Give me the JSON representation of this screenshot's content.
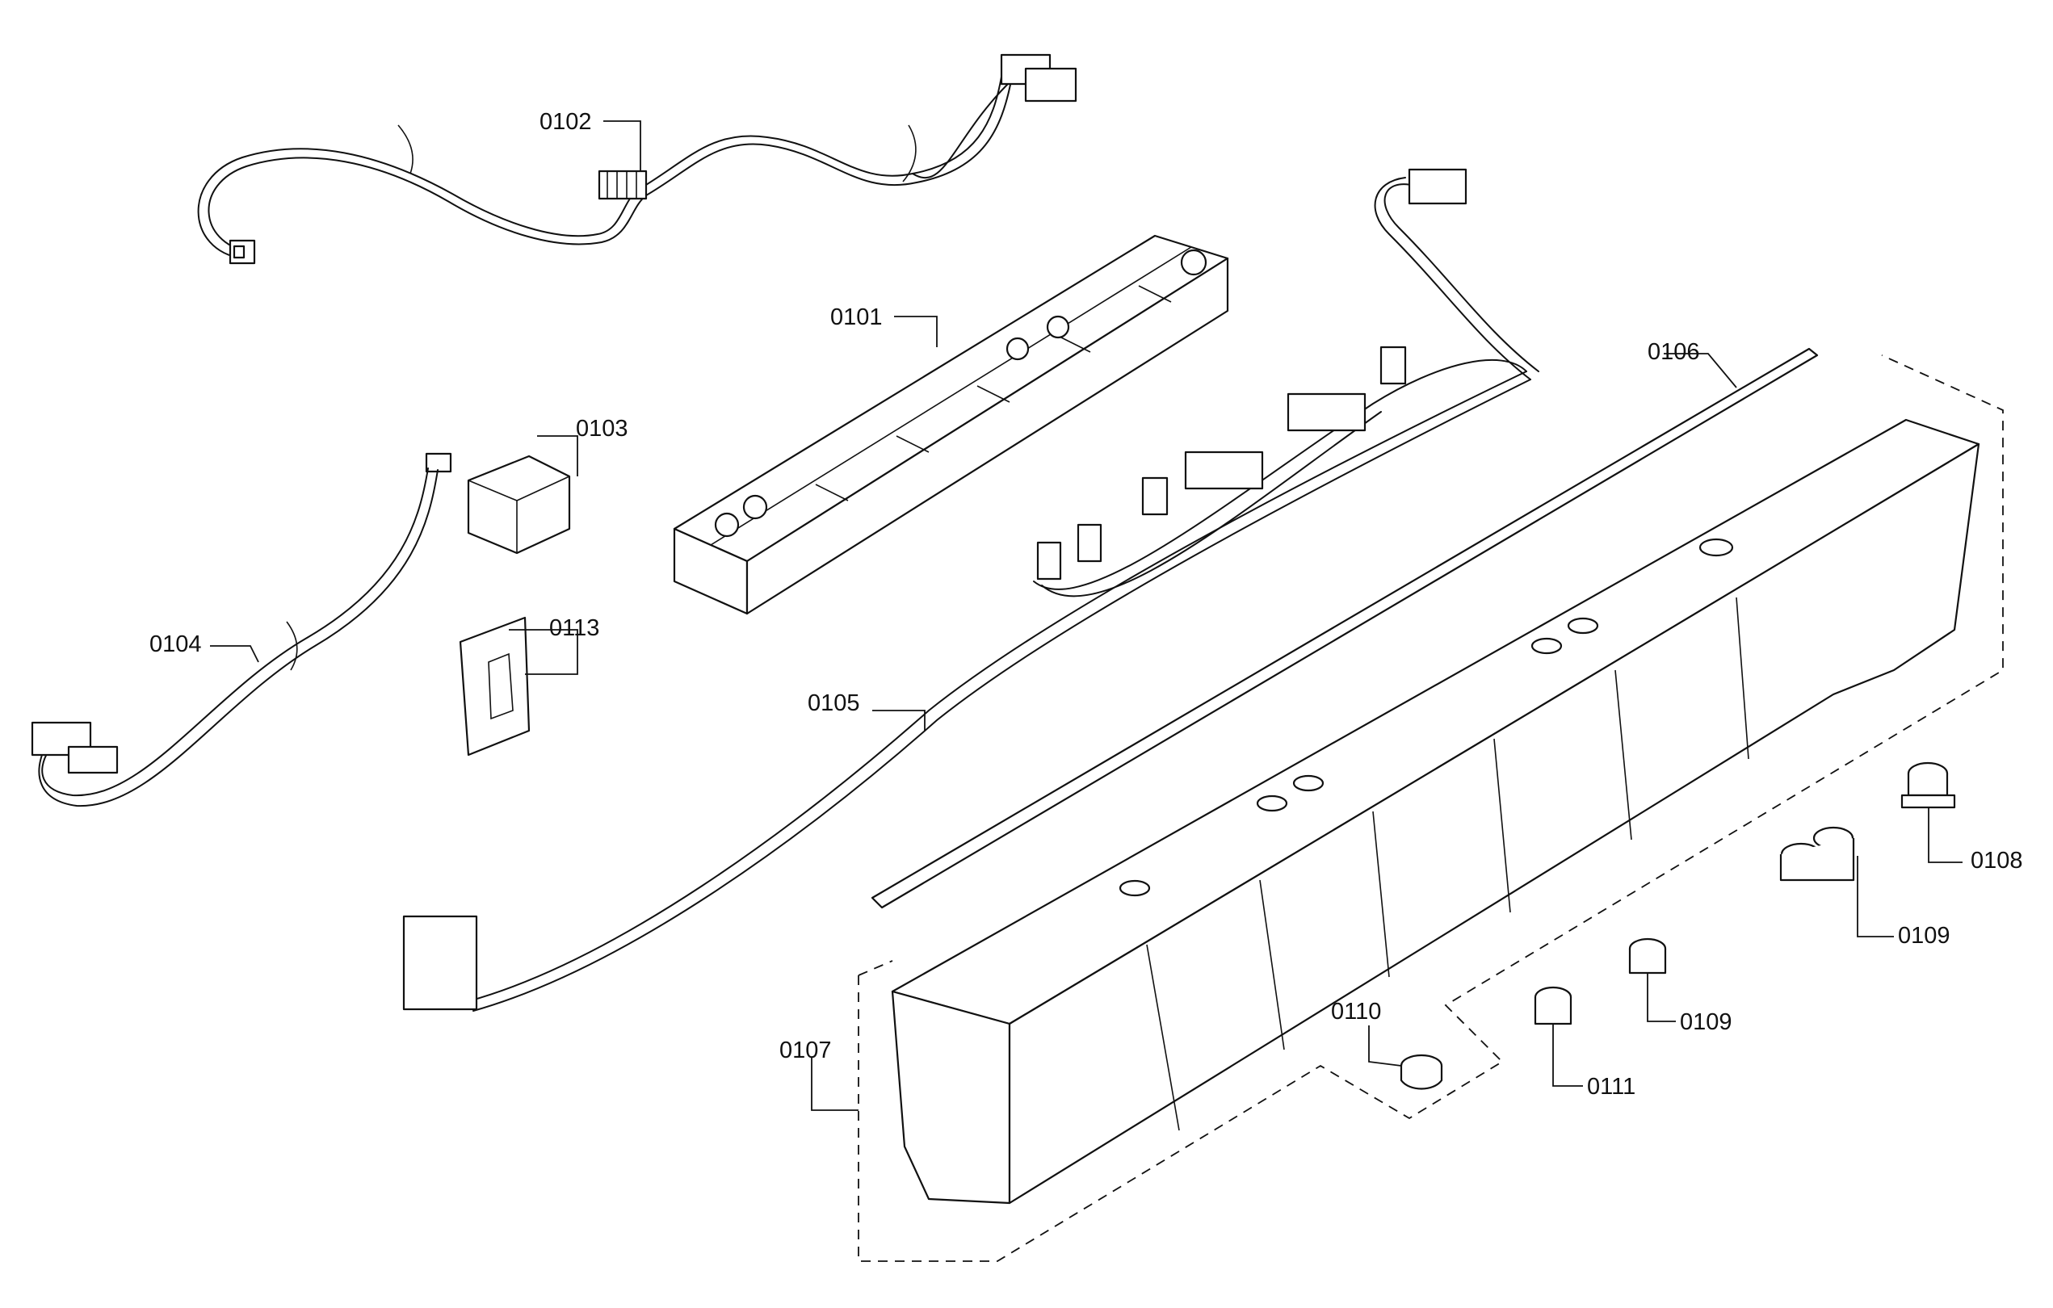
{
  "parts": {
    "p0101": "0101",
    "p0102": "0102",
    "p0103": "0103",
    "p0104": "0104",
    "p0105": "0105",
    "p0106": "0106",
    "p0107": "0107",
    "p0108": "0108",
    "p0109a": "0109",
    "p0109b": "0109",
    "p0110": "0110",
    "p0111": "0111",
    "p0113": "0113"
  }
}
